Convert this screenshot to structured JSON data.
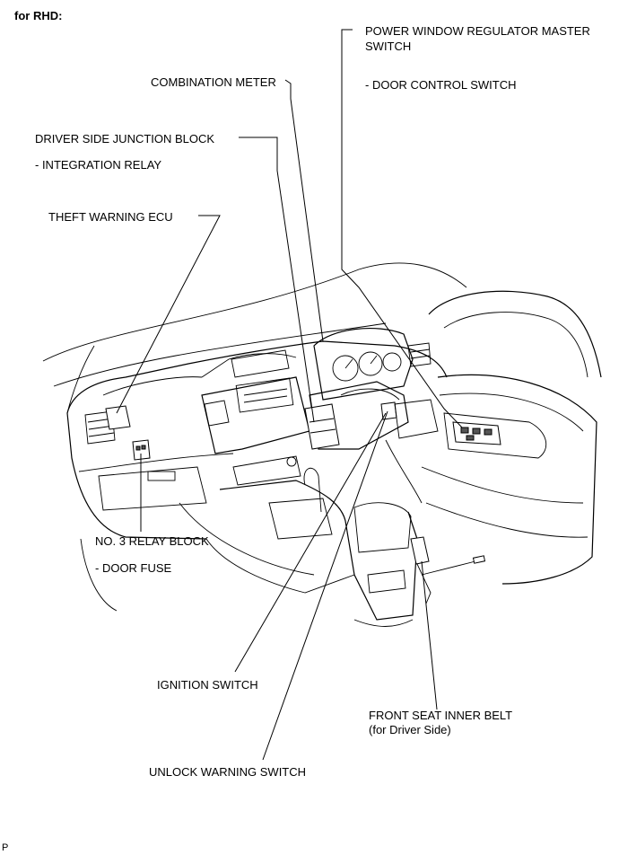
{
  "header": "for RHD:",
  "footer_code": "P",
  "labels": {
    "power_window_line1": "POWER WINDOW REGULATOR MASTER",
    "power_window_line2": "SWITCH",
    "door_control_switch": "- DOOR CONTROL SWITCH",
    "combination_meter": "COMBINATION METER",
    "driver_side_jb": "DRIVER SIDE JUNCTION BLOCK",
    "integration_relay": "- INTEGRATION RELAY",
    "theft_warning_ecu": "THEFT WARNING ECU",
    "no3_relay_block": "NO. 3 RELAY BLOCK",
    "door_fuse": "- DOOR FUSE",
    "ignition_switch": "IGNITION SWITCH",
    "front_seat_belt_line1": "FRONT SEAT INNER BELT",
    "front_seat_belt_line2": "(for Driver Side)",
    "unlock_warning_switch": "UNLOCK WARNING SWITCH"
  }
}
